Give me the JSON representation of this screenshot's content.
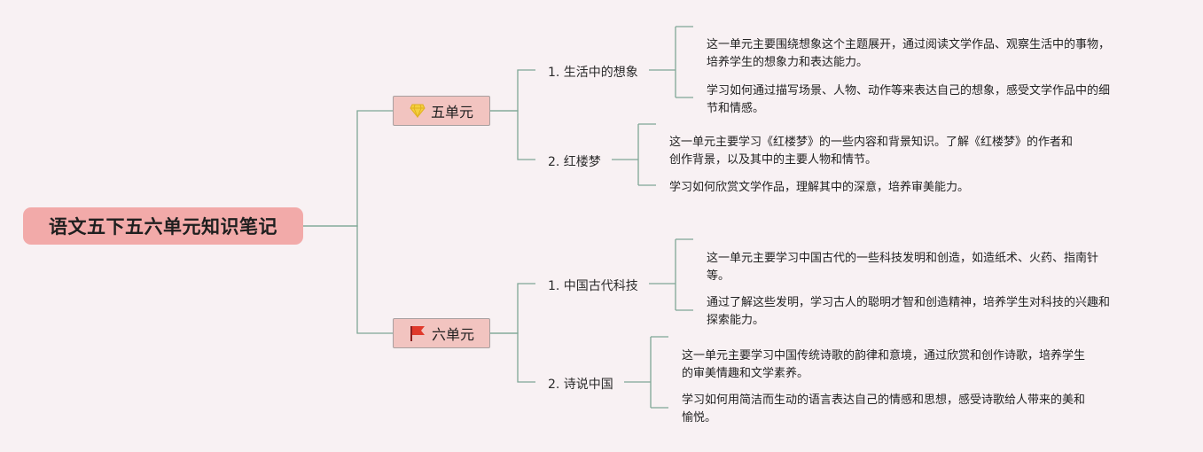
{
  "root": {
    "title": "语文五下五六单元知识笔记"
  },
  "units": [
    {
      "label": "五单元",
      "icon": "diamond-icon",
      "topics": [
        {
          "label": "1. 生活中的想象",
          "notes": [
            [
              "这一单元主要围绕想象这个主题展开，通过阅读文学作品、观察生活中的事物，",
              "培养学生的想象力和表达能力。"
            ],
            [
              "学习如何通过描写场景、人物、动作等来表达自己的想象，感受文学作品中的细",
              "节和情感。"
            ]
          ]
        },
        {
          "label": "2. 红楼梦",
          "notes": [
            [
              "这一单元主要学习《红楼梦》的一些内容和背景知识。了解《红楼梦》的作者和",
              "创作背景，以及其中的主要人物和情节。"
            ],
            [
              "学习如何欣赏文学作品，理解其中的深意，培养审美能力。"
            ]
          ]
        }
      ]
    },
    {
      "label": "六单元",
      "icon": "red-flag-icon",
      "topics": [
        {
          "label": "1. 中国古代科技",
          "notes": [
            [
              "这一单元主要学习中国古代的一些科技发明和创造，如造纸术、火药、指南针",
              "等。"
            ],
            [
              "通过了解这些发明，学习古人的聪明才智和创造精神，培养学生对科技的兴趣和",
              "探索能力。"
            ]
          ]
        },
        {
          "label": "2. 诗说中国",
          "notes": [
            [
              "这一单元主要学习中国传统诗歌的韵律和意境，通过欣赏和创作诗歌，培养学生",
              "的审美情趣和文学素养。"
            ],
            [
              "学习如何用简洁而生动的语言表达自己的情感和思想，感受诗歌给人带来的美和",
              "愉悦。"
            ]
          ]
        }
      ]
    }
  ],
  "colors": {
    "connector": "#7fa796",
    "root_fill": "#f2aaa9",
    "unit_fill": "#f2c4c0"
  }
}
